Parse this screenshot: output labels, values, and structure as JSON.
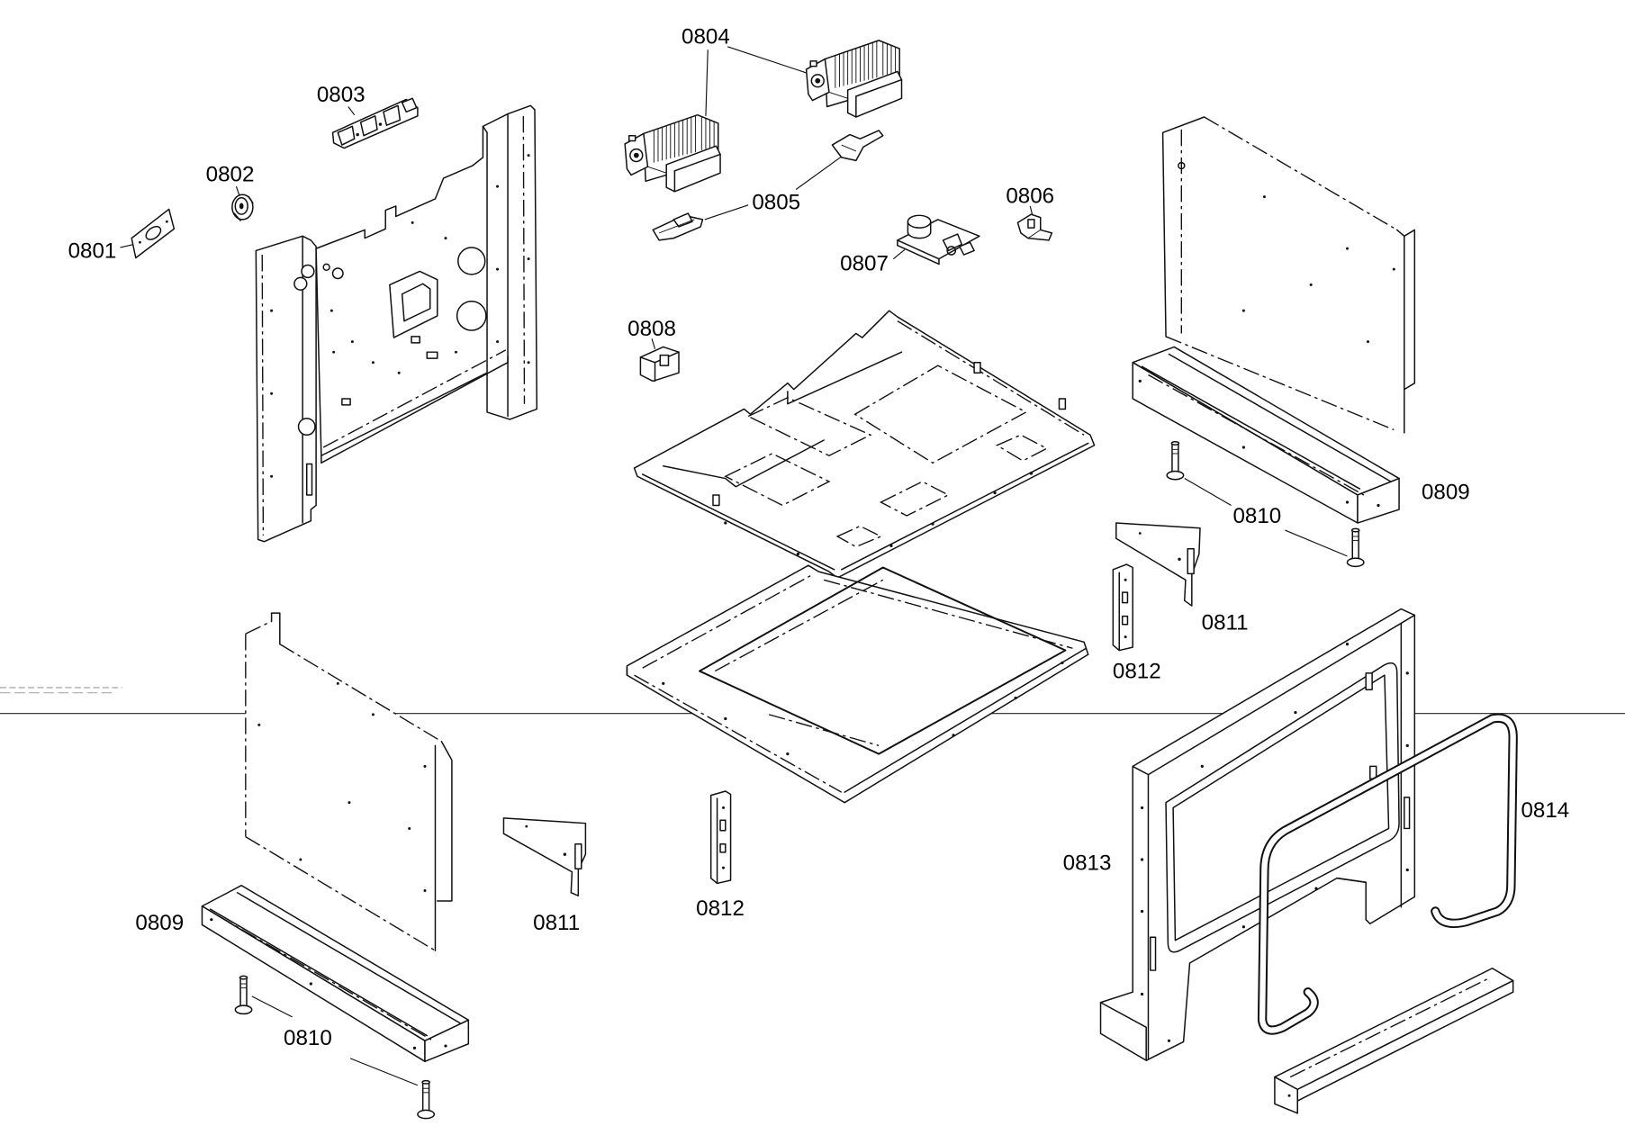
{
  "callouts": [
    "0804",
    "0803",
    "0802",
    "0801",
    "0805",
    "0806",
    "0807",
    "0808",
    "0809",
    "0810",
    "0811",
    "0812",
    "0814",
    "0813",
    "0809",
    "0811",
    "0812",
    "0810"
  ],
  "colors": {
    "line": "#111111",
    "background": "#ffffff"
  }
}
